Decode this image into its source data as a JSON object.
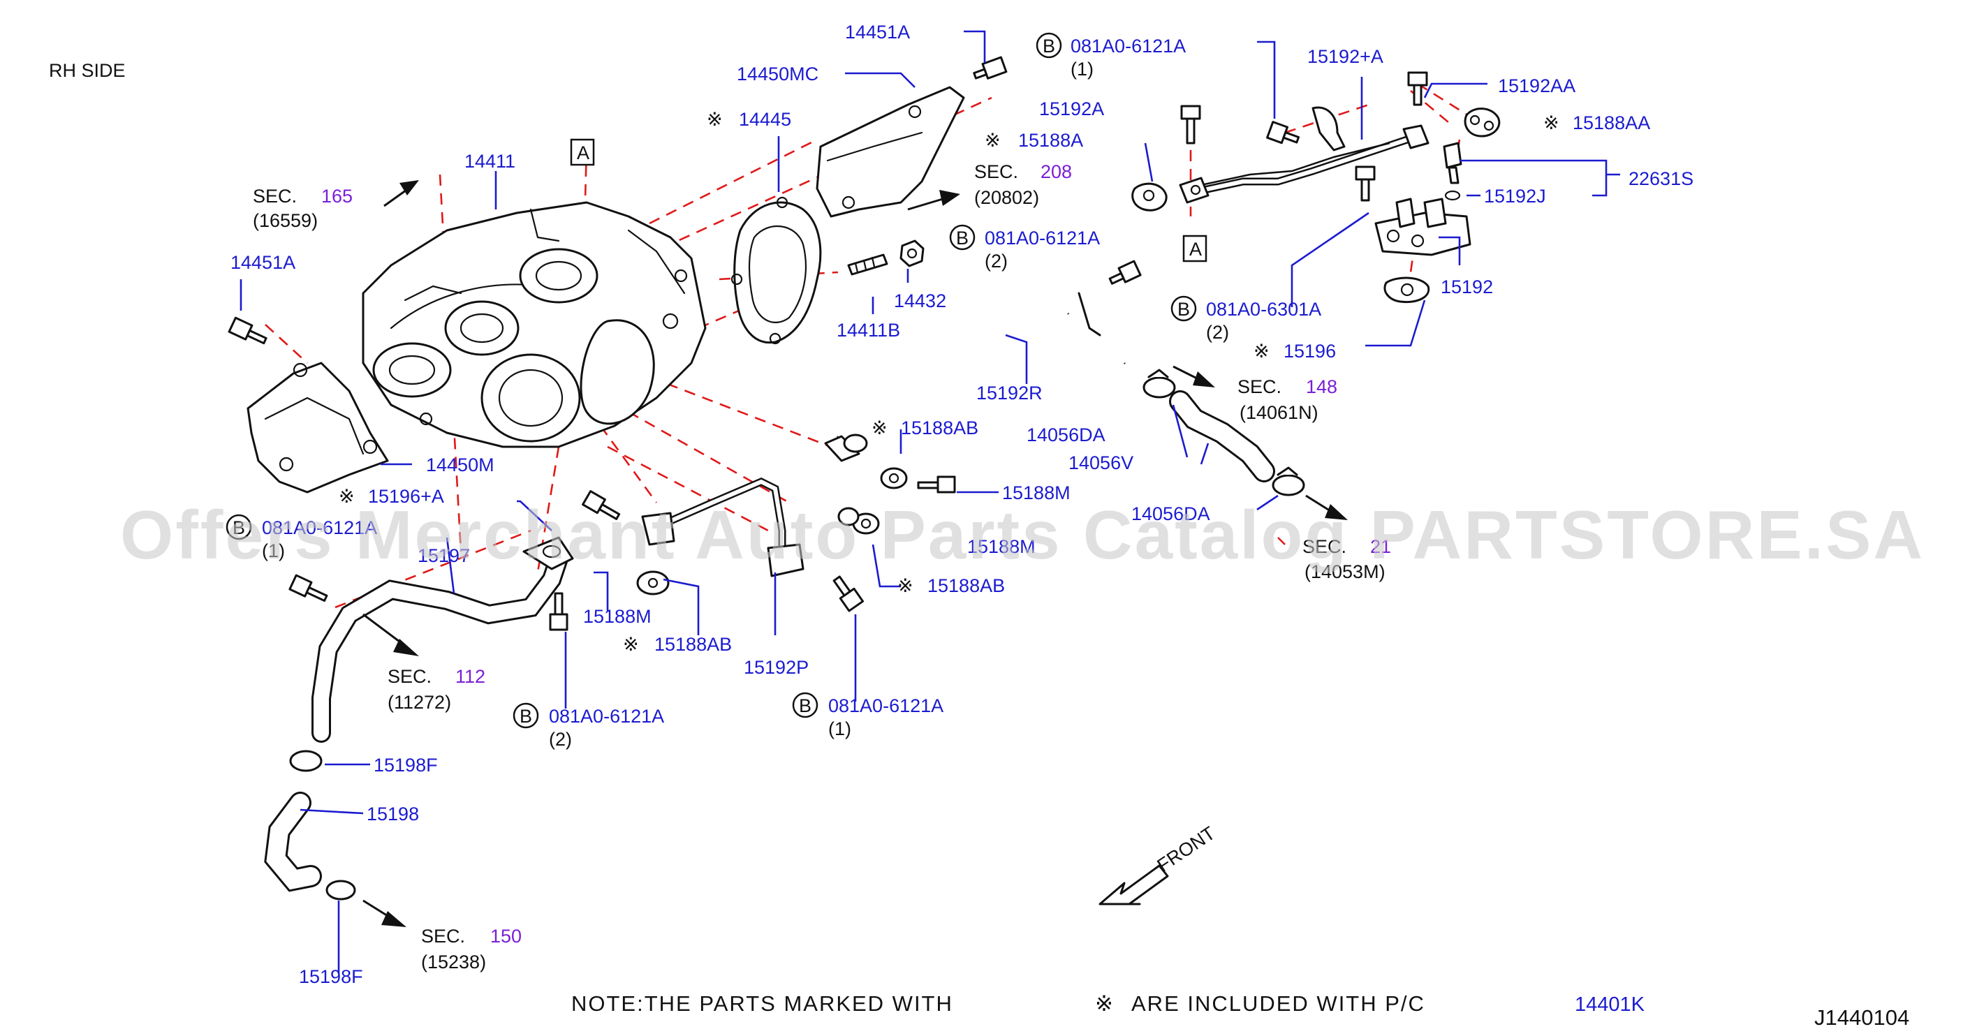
{
  "header": {
    "side": "RH   SIDE"
  },
  "diagram_id": "J1440104",
  "watermark": "Offers Merchant Auto Parts Catalog PARTSTORE.SA",
  "colors": {
    "part_number": "#1b1bd0",
    "section_number": "#7a1fd6",
    "dashed_line": "#e01818"
  },
  "labels": {
    "p14451A_top": "14451A",
    "p14450MC": "14450MC",
    "p14445": "14445",
    "p14411": "14411",
    "p14451A_left": "14451A",
    "p14450M": "14450M",
    "p15196A": "15196+A",
    "p14432": "14432",
    "p14411B": "14411B",
    "p15192A": "15192A",
    "p15188A": "15188A",
    "p15192plusA": "15192+A",
    "p15192AA": "15192AA",
    "p15188AA": "15188AA",
    "p22631S": "22631S",
    "p15192J": "15192J",
    "p15192": "15192",
    "p15196": "15196",
    "p15192R": "15192R",
    "p15188AB_mid": "15188AB",
    "p15188M_mid": "15188M",
    "p14056DA_top": "14056DA",
    "p14056V": "14056V",
    "p14056DA_bot": "14056DA",
    "p15188AB_right": "15188AB",
    "p15188M_left": "15188M",
    "p15188AB_low": "15188AB",
    "p15192P": "15192P",
    "p15197": "15197",
    "p15198F_top": "15198F",
    "p15198": "15198",
    "p15198F_bot": "15198F",
    "p15188M_obscured": "15188M"
  },
  "bolts": {
    "b1": {
      "badge": "B",
      "code": "081A0-6121A",
      "qty": "(1)"
    },
    "b2": {
      "badge": "B",
      "code": "081A0-6121A",
      "qty": "(2)"
    },
    "b3": {
      "badge": "B",
      "code": "081A0-6301A",
      "qty": "(2)"
    },
    "b4": {
      "badge": "B",
      "code": "081A0-6121A",
      "qty": "(2)"
    },
    "b5": {
      "badge": "B",
      "code": "081A0-6121A",
      "qty": "(1)"
    },
    "b6": {
      "badge": "B",
      "code": "081A0-6121A",
      "qty": "(1)"
    }
  },
  "sections": {
    "s165": {
      "prefix": "SEC.",
      "num": "165",
      "sub": "(16559)"
    },
    "s208": {
      "prefix": "SEC.",
      "num": "208",
      "sub": "(20802)"
    },
    "s148": {
      "prefix": "SEC.",
      "num": "148",
      "sub": "(14061N)"
    },
    "s21": {
      "prefix": "SEC.",
      "num": "21",
      "sub": "(14053M)"
    },
    "s112": {
      "prefix": "SEC.",
      "num": "112",
      "sub": "(11272)"
    },
    "s150": {
      "prefix": "SEC.",
      "num": "150",
      "sub": "(15238)"
    }
  },
  "markers": {
    "ref_a": "A",
    "kome": "※"
  },
  "front_label": "FRONT",
  "note": {
    "text1": "NOTE:THE   PARTS   MARKED   WITH",
    "mark": "※",
    "text2": "ARE   INCLUDED   WITH   P/C",
    "pc": "14401K"
  }
}
